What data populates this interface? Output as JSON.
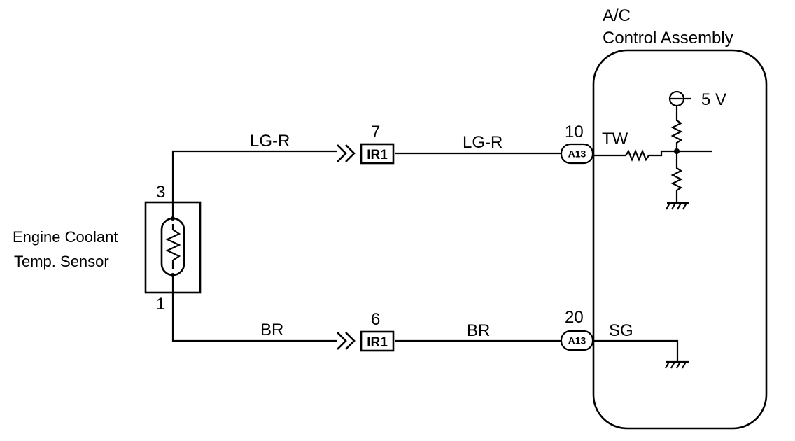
{
  "control_assembly": {
    "title_line1": "A/C",
    "title_line2": "Control Assembly",
    "supply_label": "5 V",
    "tw_label": "TW",
    "sg_label": "SG",
    "connector_id": "A13",
    "pin_tw": "10",
    "pin_sg": "20"
  },
  "sensor": {
    "name_line1": "Engine Coolant",
    "name_line2": "Temp. Sensor",
    "pin_top": "3",
    "pin_bottom": "1"
  },
  "junction": {
    "connector_id": "IR1",
    "pin_top": "7",
    "pin_bottom": "6"
  },
  "wires": {
    "top_left": "LG-R",
    "top_right": "LG-R",
    "bottom_left": "BR",
    "bottom_right": "BR"
  }
}
